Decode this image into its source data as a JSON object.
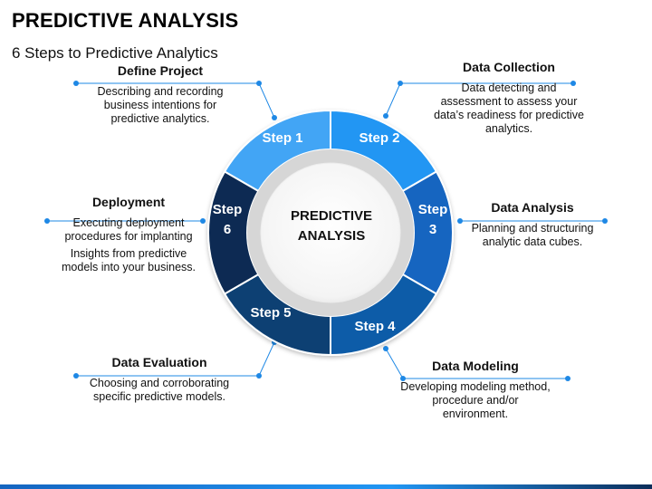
{
  "title": "PREDICTIVE ANALYSIS",
  "subtitle": "6 Steps to Predictive Analytics",
  "center": {
    "line1": "PREDICTIVE",
    "line2": "ANALYSIS"
  },
  "steps": [
    {
      "id": "step-1",
      "label": "Step 1",
      "color": "#42a5f5"
    },
    {
      "id": "step-2",
      "label": "Step 2",
      "color": "#2196f3"
    },
    {
      "id": "step-3",
      "label": "Step 3",
      "color": "#1565c0"
    },
    {
      "id": "step-4",
      "label": "Step 4",
      "color": "#0d5ba8"
    },
    {
      "id": "step-5",
      "label": "Step 5",
      "color": "#0c3f73"
    },
    {
      "id": "step-6",
      "label": "Step 6",
      "color": "#0a2c52"
    }
  ],
  "callouts": {
    "define": {
      "title": "Define Project",
      "desc": "Describing and recording business intentions for predictive analytics."
    },
    "collect": {
      "title": "Data Collection",
      "desc": "Data detecting and assessment to assess your data’s readiness for predictive analytics."
    },
    "analysis": {
      "title": "Data Analysis",
      "desc": "Planning and structuring analytic data cubes."
    },
    "model": {
      "title": "Data Modeling",
      "desc": "Developing modeling method, procedure and/or environment."
    },
    "eval": {
      "title": "Data Evaluation",
      "desc": "Choosing and corroborating specific predictive models."
    },
    "deploy": {
      "title": "Deployment",
      "desc": "Executing deployment procedures for implanting",
      "desc2": "Insights from predictive models into your business."
    }
  },
  "colors": {
    "connector": "#1e88e5",
    "dot": "#1e88e5",
    "ring": "#d8d8d8"
  }
}
